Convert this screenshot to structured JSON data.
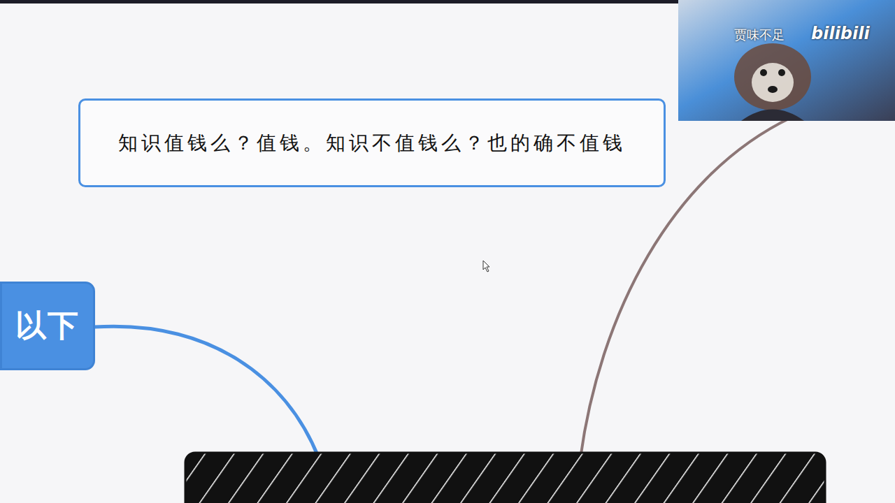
{
  "diagram": {
    "nodes": [
      {
        "text": [
          "知识值钱么？值钱。知识不值钱么？也的确不值钱"
        ]
      },
      {
        "text": [
          "以下"
        ]
      }
    ],
    "labels": [
      "贾味不足",
      "bilibili"
    ]
  }
}
